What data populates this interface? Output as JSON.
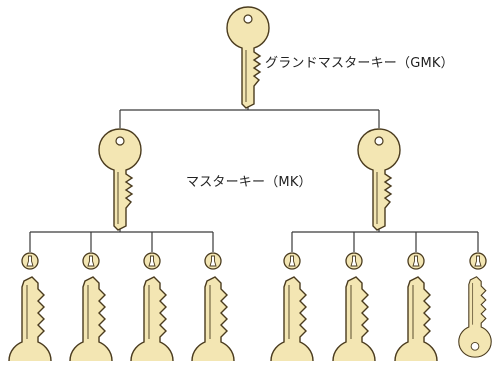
{
  "labels": {
    "gmk": "グランドマスターキー（GMK）",
    "mk": "マスターキー（MK）"
  },
  "colors": {
    "key_fill": "#f3e6b3",
    "key_stroke": "#4a3b1e",
    "line": "#3a3a3a",
    "background": "#ffffff"
  },
  "hierarchy": {
    "root": "grand-master-key",
    "master_keys": 2,
    "cylinders_per_master": 4,
    "change_keys_per_master": 4
  }
}
